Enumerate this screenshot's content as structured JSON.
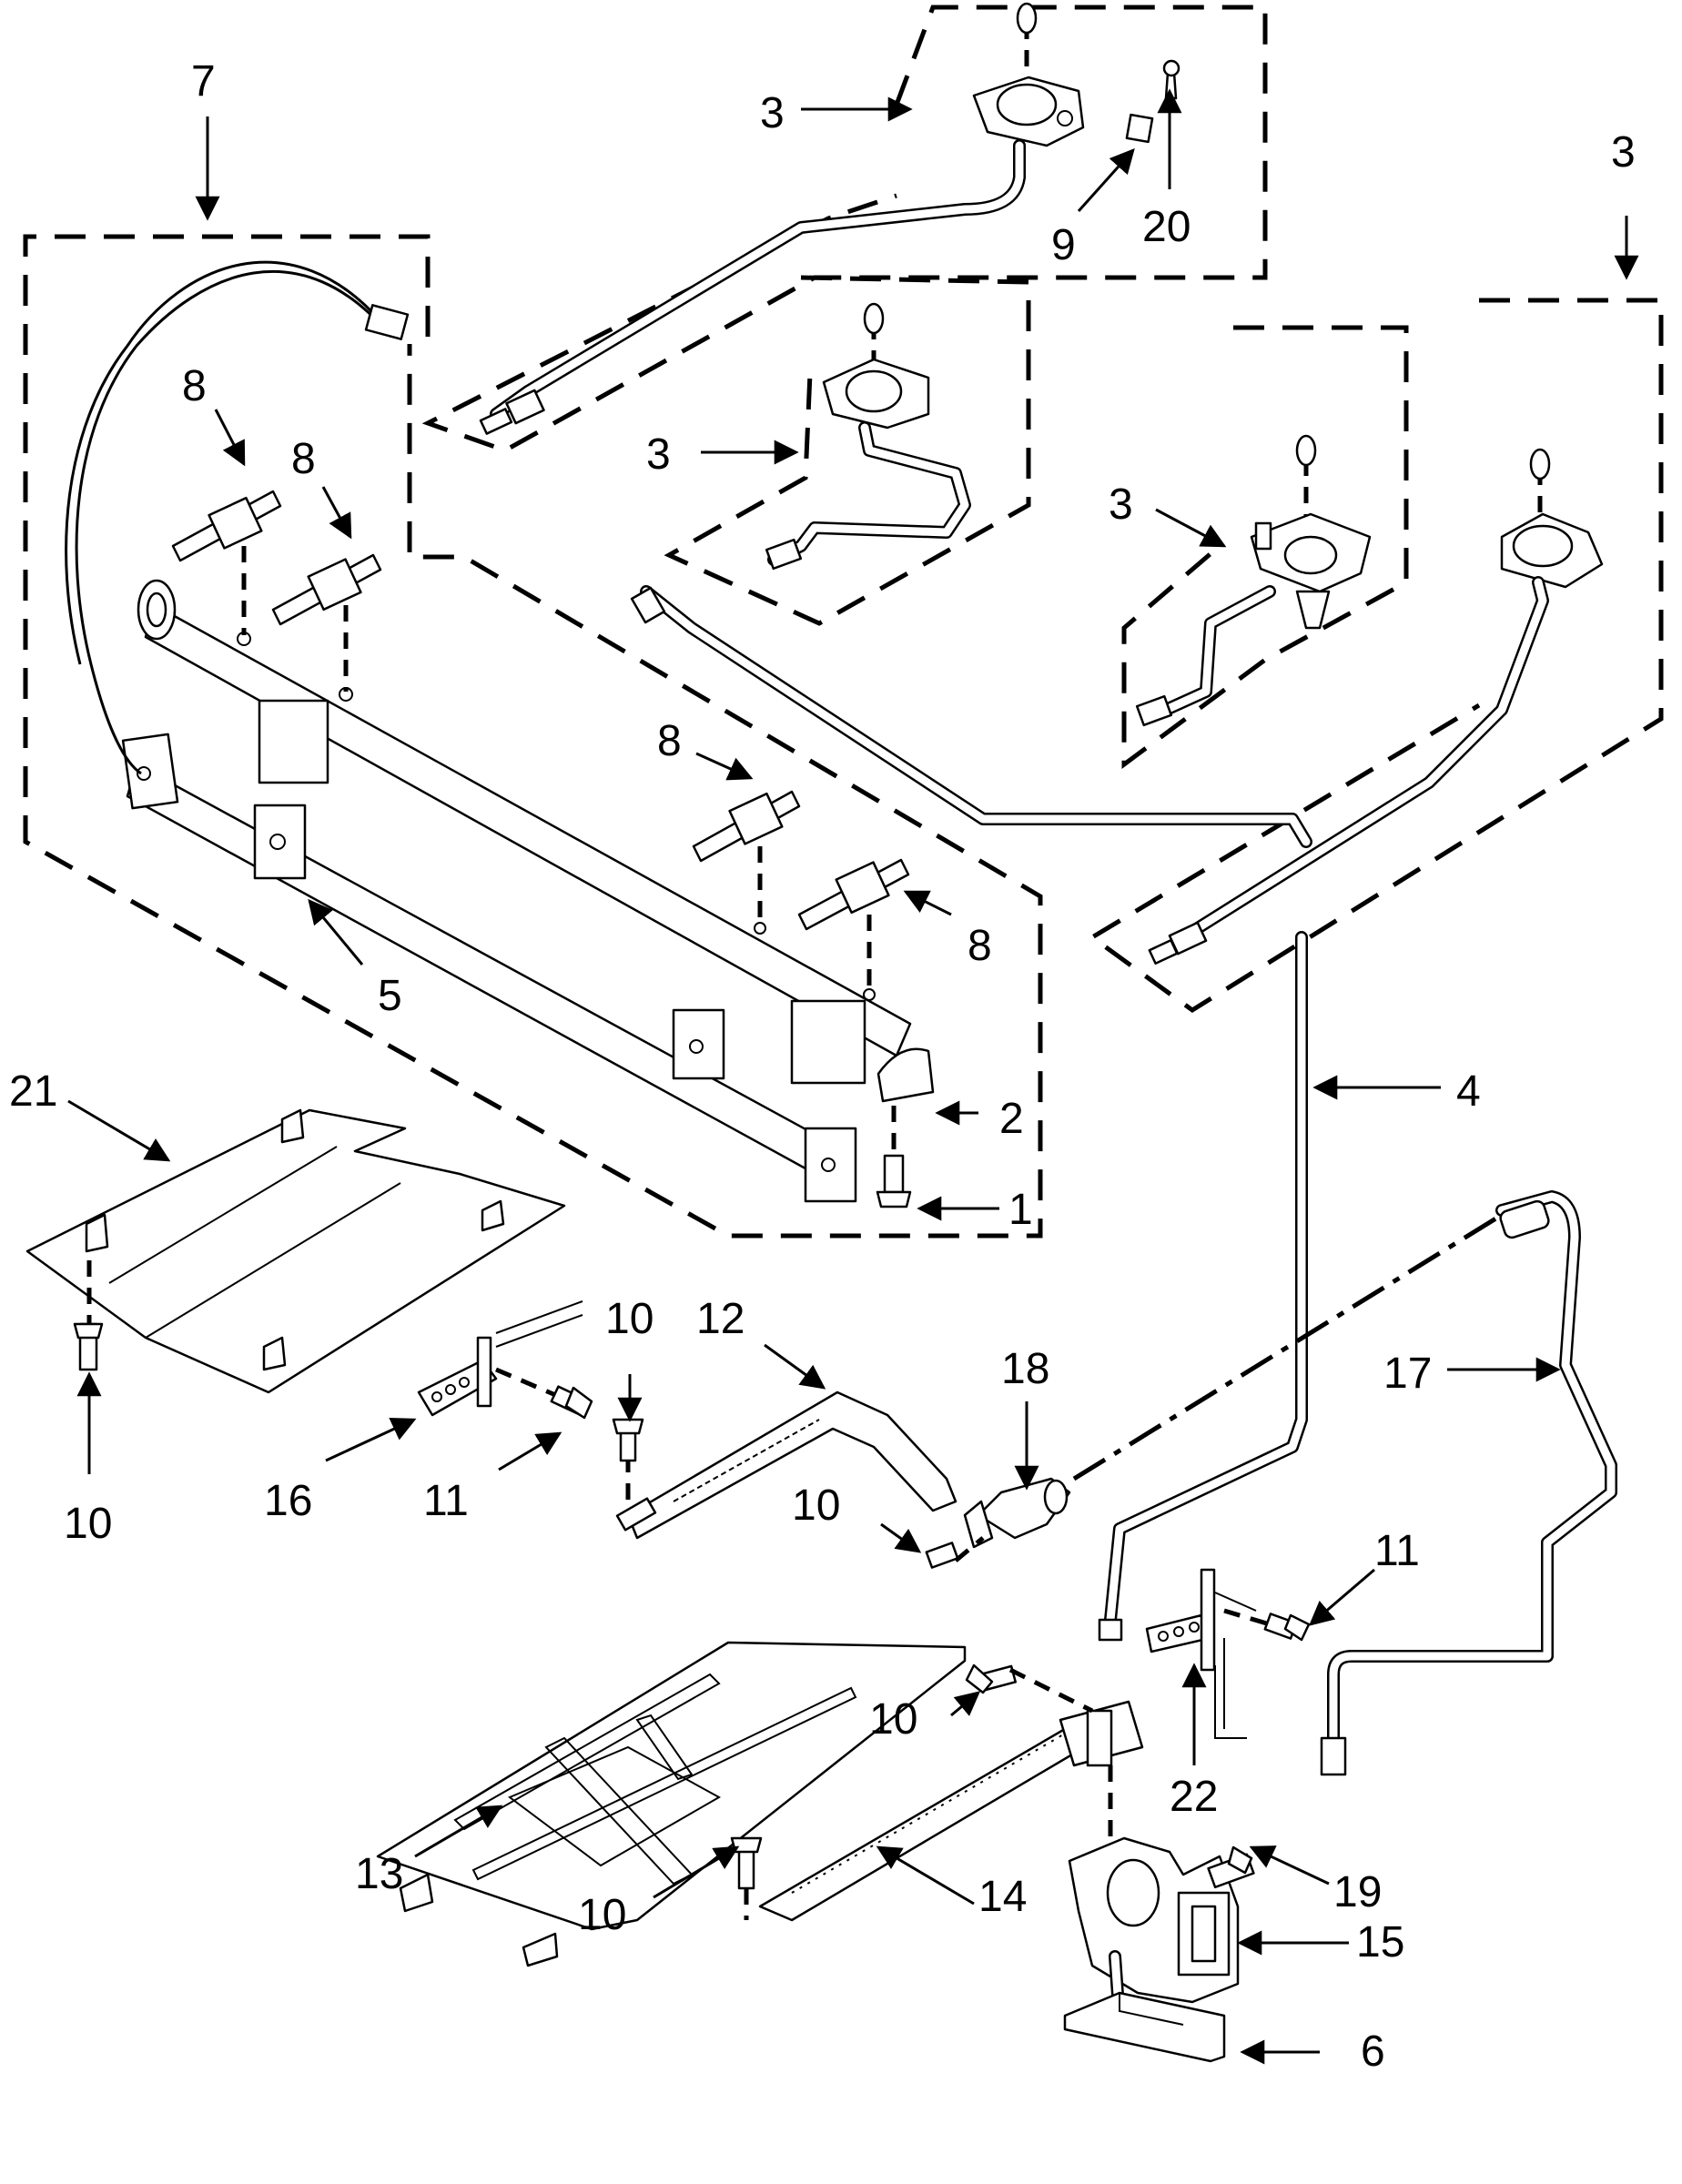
{
  "callouts": {
    "c1": "1",
    "c2": "2",
    "c3a": "3",
    "c3b": "3",
    "c3c": "3",
    "c3d": "3",
    "c4": "4",
    "c5": "5",
    "c6": "6",
    "c7": "7",
    "c8a": "8",
    "c8b": "8",
    "c8c": "8",
    "c8d": "8",
    "c9": "9",
    "c10a": "10",
    "c10b": "10",
    "c10c": "10",
    "c10d": "10",
    "c10e": "10",
    "c11a": "11",
    "c11b": "11",
    "c12": "12",
    "c13": "13",
    "c14": "14",
    "c15": "15",
    "c16": "16",
    "c17": "17",
    "c18": "18",
    "c19": "19",
    "c20": "20",
    "c21": "21",
    "c22": "22"
  }
}
